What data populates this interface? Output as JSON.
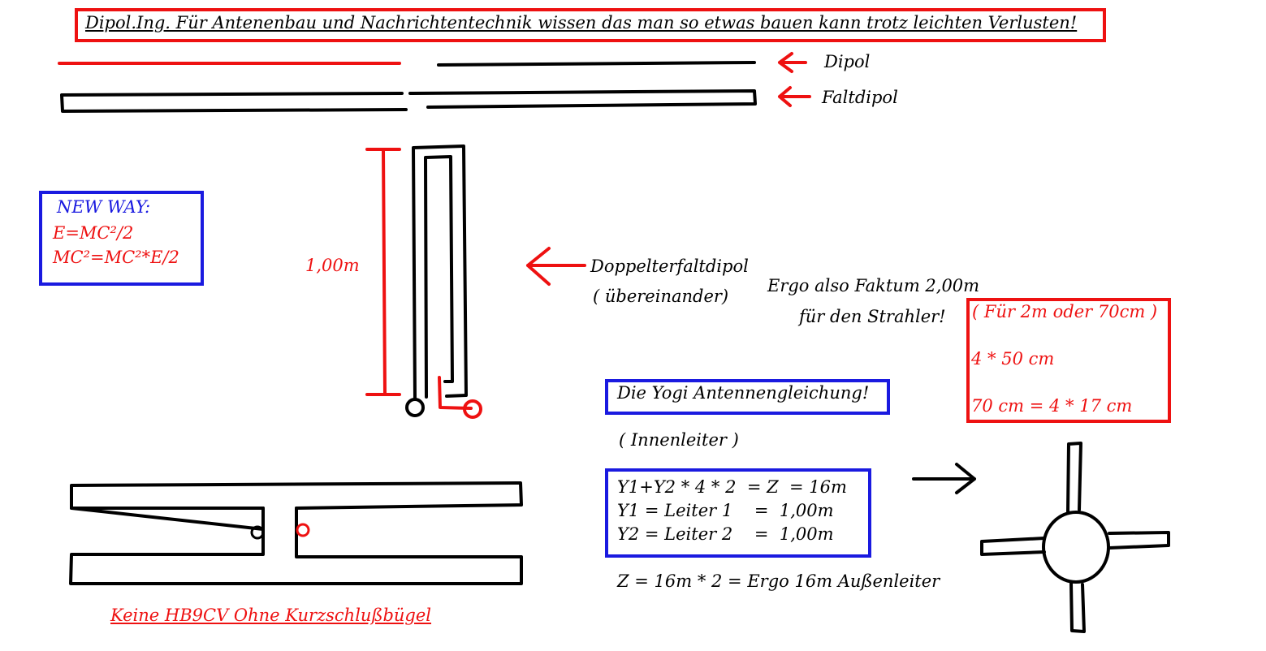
{
  "title": "Dipol.Ing. Für Antenenbau und Nachrichtentechnik wissen das man so etwas bauen kann trotz leichten Verlusten!",
  "labels": {
    "dipol": "Dipol",
    "faltdipol": "Faltdipol",
    "length": "1,00m",
    "doppel1": "Doppelterfaltdipol",
    "doppel2": "( übereinander)",
    "ergo1": "Ergo also Faktum 2,00m",
    "ergo2": "für den Strahler!",
    "innenleiter": "( Innenleiter )",
    "aussen": "Z = 16m * 2 = Ergo 16m Außenleiter",
    "hb9cv": "Keine HB9CV Ohne Kurzschlußbügel"
  },
  "newway": {
    "heading": "NEW WAY:",
    "line1": "E=MC²/2",
    "line2": "MC²=MC²*E/2"
  },
  "freqbox": {
    "line1": "( Für 2m oder 70cm )",
    "line2": "4 * 50 cm",
    "line3": "70 cm = 4 * 17 cm"
  },
  "yogi": {
    "title": "Die Yogi Antennengleichung!"
  },
  "equations": {
    "line1": "Y1+Y2 * 4 * 2  = Z  = 16m",
    "line2": "Y1 = Leiter 1    =  1,00m",
    "line3": "Y2 = Leiter 2    =  1,00m"
  },
  "colors": {
    "red": "#ee1111",
    "blue": "#1a1ae0",
    "black": "#000000"
  }
}
